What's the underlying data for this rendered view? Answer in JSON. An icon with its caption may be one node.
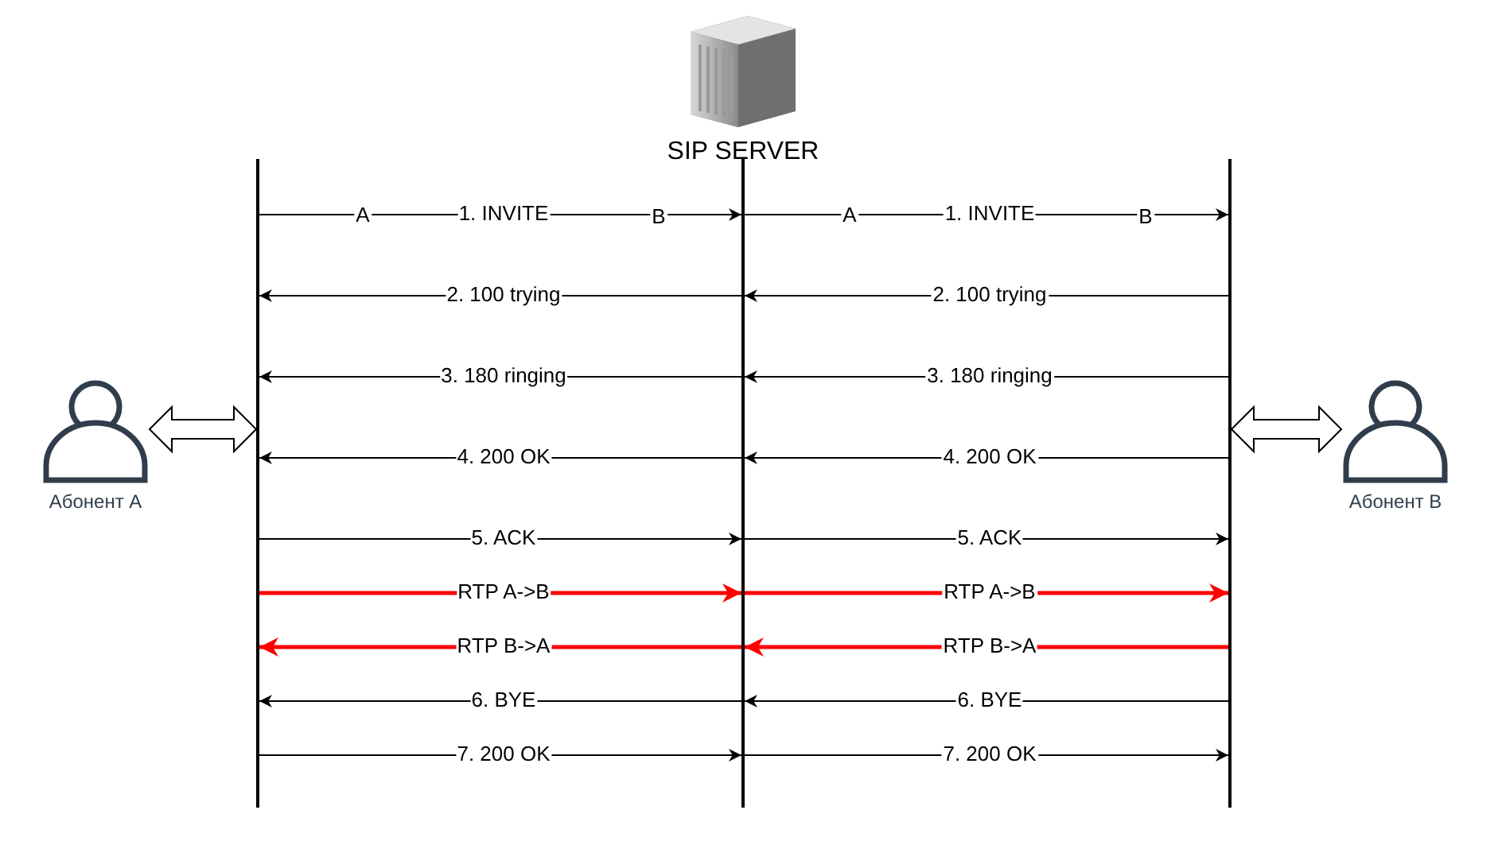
{
  "diagram": {
    "nodes": [
      {
        "text": [],
        "shape": "picture",
        "beside": [
          "SIP SERVER"
        ]
      },
      {
        "text": [],
        "shape": "person",
        "beside": [
          "Абонент A"
        ]
      },
      {
        "text": [],
        "shape": "bar"
      },
      {
        "text": [],
        "shape": "bar"
      },
      {
        "text": [],
        "shape": "bar"
      },
      {
        "text": [],
        "shape": "person",
        "beside": [
          "Абонент B"
        ]
      }
    ],
    "edges": [
      {
        "from": 1,
        "to": 2,
        "arrow": "both"
      },
      {
        "from": 4,
        "to": 5,
        "arrow": "both"
      },
      {
        "from": 2,
        "to": 3,
        "arrow": "to",
        "label": "1. INVITE"
      },
      {
        "from": 3,
        "to": 4,
        "arrow": "to",
        "label": "1. INVITE"
      },
      {
        "from": 3,
        "to": 2,
        "arrow": "to",
        "label": "2. 100 trying"
      },
      {
        "from": 4,
        "to": 3,
        "arrow": "to",
        "label": "2. 100 trying"
      },
      {
        "from": 3,
        "to": 2,
        "arrow": "to",
        "label": "3. 180 ringing"
      },
      {
        "from": 4,
        "to": 3,
        "arrow": "to",
        "label": "3. 180 ringing"
      },
      {
        "from": 3,
        "to": 2,
        "arrow": "to",
        "label": "4. 200 OK"
      },
      {
        "from": 4,
        "to": 3,
        "arrow": "to",
        "label": "4. 200 OK"
      },
      {
        "from": 2,
        "to": 3,
        "arrow": "to",
        "label": "5. ACK"
      },
      {
        "from": 3,
        "to": 4,
        "arrow": "to",
        "label": "5. ACK"
      },
      {
        "from": 2,
        "to": 3,
        "arrow": "to",
        "label": "RTP A->B",
        "style": "thick",
        "color": "#ff0000"
      },
      {
        "from": 3,
        "to": 4,
        "arrow": "to",
        "label": "RTP A->B",
        "style": "thick",
        "color": "#ff0000"
      },
      {
        "from": 3,
        "to": 2,
        "arrow": "to",
        "label": "RTP B->A",
        "style": "thick",
        "color": "#ff0000"
      },
      {
        "from": 4,
        "to": 3,
        "arrow": "to",
        "label": "RTP B->A",
        "style": "thick",
        "color": "#ff0000"
      },
      {
        "from": 3,
        "to": 2,
        "arrow": "to",
        "label": "6. BYE"
      },
      {
        "from": 4,
        "to": 3,
        "arrow": "to",
        "label": "6. BYE"
      },
      {
        "from": 2,
        "to": 3,
        "arrow": "to",
        "label": "7. 200 OK"
      },
      {
        "from": 3,
        "to": 4,
        "arrow": "to",
        "label": "7. 200 OK"
      }
    ],
    "labels": [
      "A",
      "B",
      "A",
      "B"
    ]
  }
}
